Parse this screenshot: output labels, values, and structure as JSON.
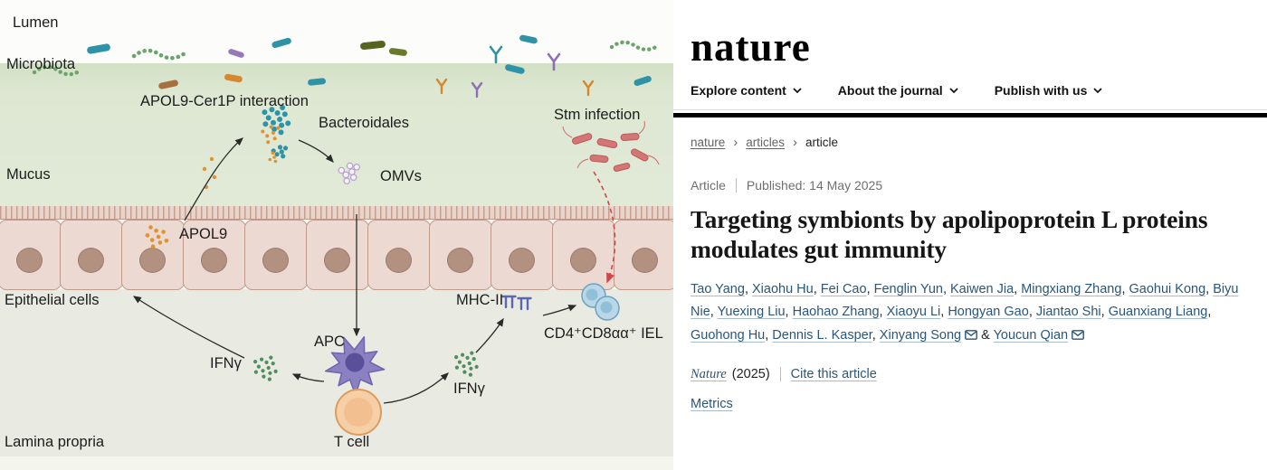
{
  "figure": {
    "labels": {
      "lumen": "Lumen",
      "microbiota": "Microbiota",
      "apol9_cer1p": "APOL9-Cer1P interaction",
      "bacteroidales": "Bacteroidales",
      "mucus": "Mucus",
      "omvs": "OMVs",
      "apol9": "APOL9",
      "stm_infection": "Stm infection",
      "epithelial_cells": "Epithelial cells",
      "mhc_ii": "MHC-II",
      "iel": "CD4⁺CD8αα⁺ IEL",
      "apc": "APC",
      "ifng_left": "IFNγ",
      "ifng_right": "IFNγ",
      "t_cell": "T cell",
      "lamina_propria": "Lamina propria"
    },
    "colors": {
      "mucus_band": "#dfe8d4",
      "lamina": "#e9ebe2",
      "epithelial_fill": "#ecdad2",
      "stm_red": "#d47676",
      "bacteroidales_teal": "#2f93a8",
      "apol9_orange": "#e0922f",
      "ifng_green": "#4f8f5f"
    }
  },
  "journal": {
    "logo": "nature",
    "nav": [
      {
        "label": "Explore content"
      },
      {
        "label": "About the journal"
      },
      {
        "label": "Publish with us"
      }
    ],
    "breadcrumb": [
      {
        "label": "nature"
      },
      {
        "label": "articles"
      },
      {
        "label": "article"
      }
    ],
    "breadcrumb_sep": "›",
    "article": {
      "type": "Article",
      "published": "Published: 14 May 2025",
      "title": "Targeting symbionts by apolipoprotein L proteins modulates gut immunity",
      "authors": [
        {
          "name": "Tao Yang"
        },
        {
          "name": "Xiaohu Hu"
        },
        {
          "name": "Fei Cao"
        },
        {
          "name": "Fenglin Yun"
        },
        {
          "name": "Kaiwen Jia"
        },
        {
          "name": "Mingxiang Zhang"
        },
        {
          "name": "Gaohui Kong"
        },
        {
          "name": "Biyu Nie"
        },
        {
          "name": "Yuexing Liu"
        },
        {
          "name": "Haohao Zhang"
        },
        {
          "name": "Xiaoyu Li"
        },
        {
          "name": "Hongyan Gao"
        },
        {
          "name": "Jiantao Shi"
        },
        {
          "name": "Guanxiang Liang"
        },
        {
          "name": "Guohong Hu"
        },
        {
          "name": "Dennis L. Kasper"
        },
        {
          "name": "Xinyang Song",
          "email": true
        },
        {
          "name": "Youcun Qian",
          "email": true
        }
      ],
      "author_sep": ", ",
      "author_last_sep": " & ",
      "citation_journal": "Nature",
      "citation_year": "(2025)",
      "cite_link": "Cite this article",
      "metrics_link": "Metrics"
    },
    "colors": {
      "link": "#29567a"
    }
  }
}
